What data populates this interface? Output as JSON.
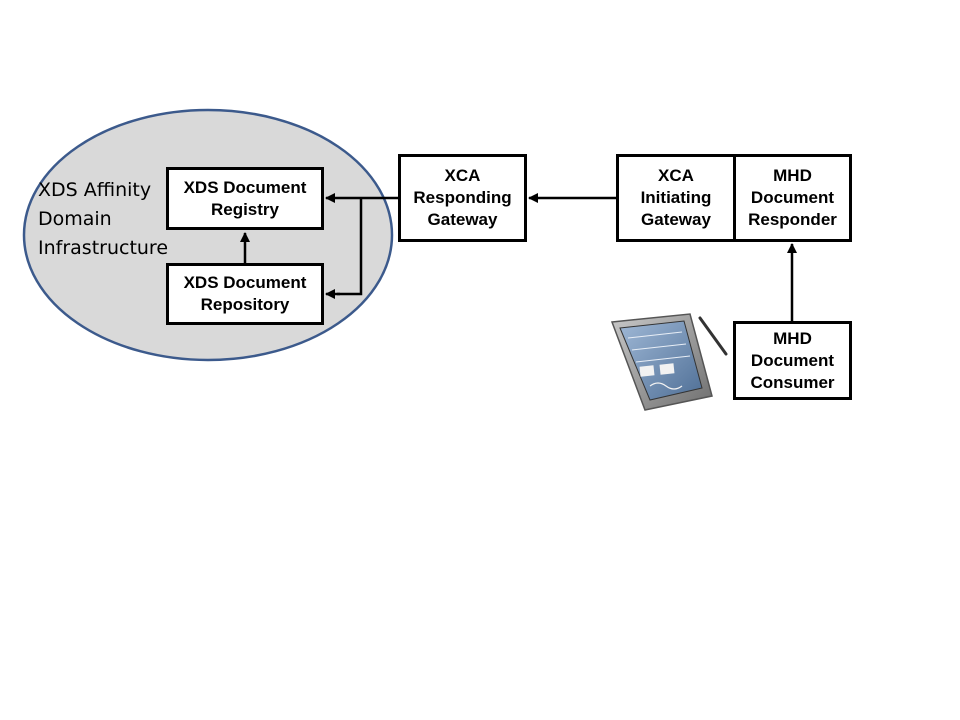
{
  "domain": {
    "label_lines": [
      "XDS Affinity",
      "Domain",
      "Infrastructure"
    ]
  },
  "boxes": {
    "registry": [
      "XDS Document",
      "Registry"
    ],
    "repository": [
      "XDS Document",
      "Repository"
    ],
    "xca_responding": [
      "XCA",
      "Responding",
      "Gateway"
    ],
    "xca_initiating": [
      "XCA",
      "Initiating",
      "Gateway"
    ],
    "mhd_responder": [
      "MHD",
      "Document",
      "Responder"
    ],
    "mhd_consumer": [
      "MHD",
      "Document",
      "Consumer"
    ]
  },
  "colors": {
    "ellipse_fill": "#d9d9d9",
    "ellipse_stroke": "#3c5a8c",
    "line": "#000000"
  },
  "icons": [
    "tablet-icon"
  ]
}
